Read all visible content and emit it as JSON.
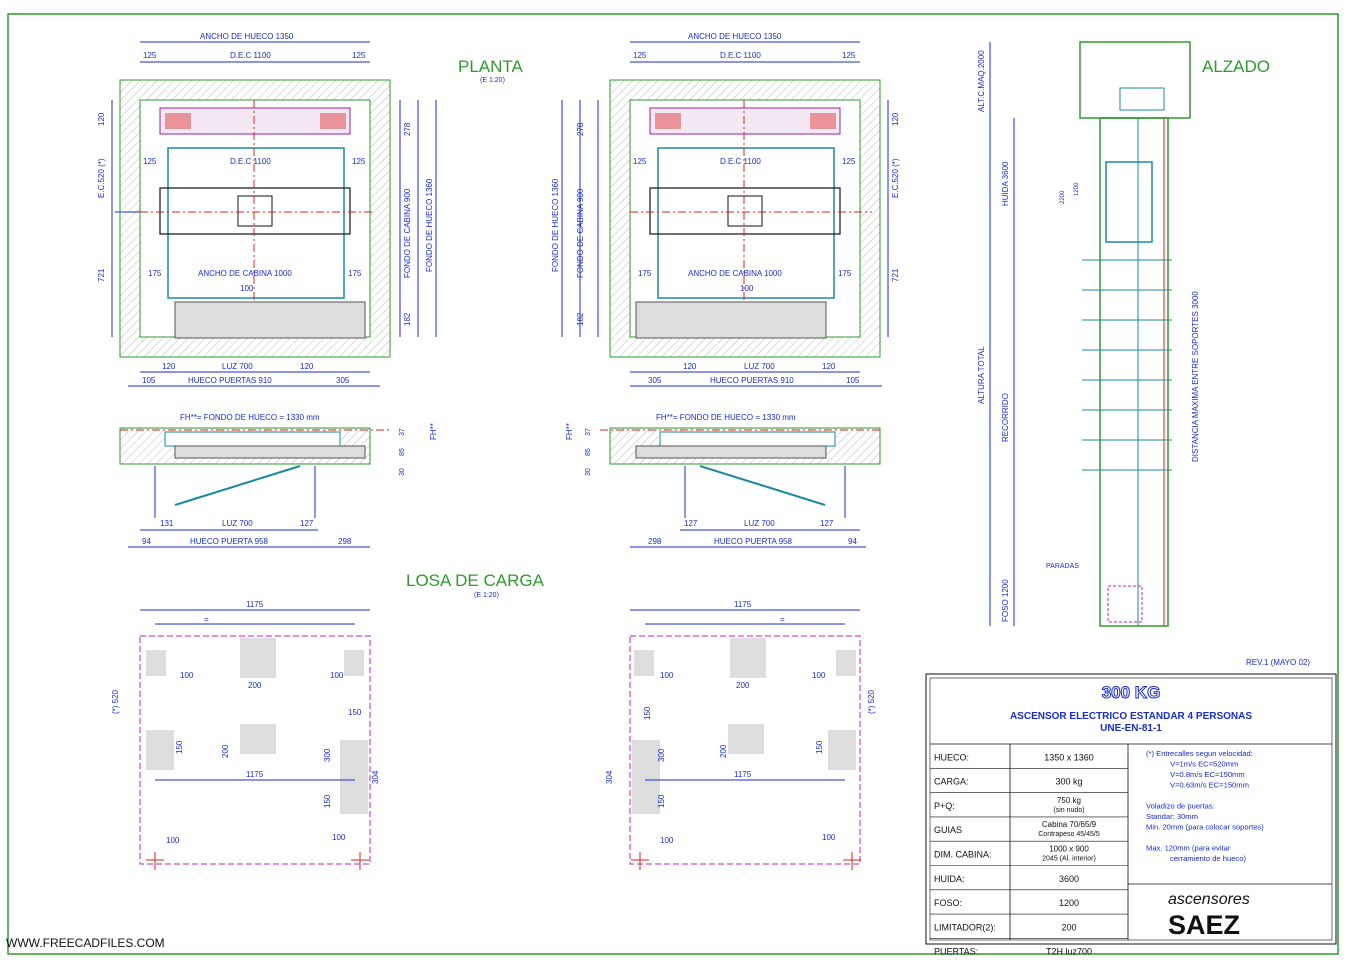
{
  "watermark": "WWW.FREECADFILES.COM",
  "headings": {
    "planta": "PLANTA",
    "planta_scale": "(E 1:20)",
    "alzado": "ALZADO",
    "losa": "LOSA DE CARGA",
    "losa_scale": "(E 1:20)"
  },
  "plan_left": {
    "ancho_hueco": "ANCHO DE HUECO 1350",
    "dec": "D.E.C 1100",
    "dec2": "D.E.C 1100",
    "d125a": "125",
    "d125b": "125",
    "d125c": "125",
    "d125d": "125",
    "ec": "E.C.520 (*)",
    "d120": "120",
    "d278": "278",
    "fondo_cabina": "FONDO DE CABINA 900",
    "fondo_hueco": "FONDO DE HUECO 1360",
    "d721": "721",
    "d182": "182",
    "ancho_cabina": "ANCHO DE CABINA 1000",
    "d175a": "175",
    "d175b": "175",
    "d100": "100",
    "luz": "LUZ 700",
    "d120a": "120",
    "d120b": "120",
    "hueco_puertas": "HUECO PUERTAS 910",
    "d105": "105",
    "d305": "305"
  },
  "plan_right": {
    "ancho_hueco": "ANCHO DE HUECO 1350",
    "dec": "D.E.C 1100",
    "dec2": "D.E.C 1100",
    "d125a": "125",
    "d125b": "125",
    "d125c": "125",
    "d125d": "125",
    "ec": "E.C.520 (*)",
    "d120": "120",
    "d278": "278",
    "fondo_cabina": "FONDO DE CABINA 900",
    "fondo_hueco": "FONDO DE HUECO 1360",
    "d721": "721",
    "d182": "182",
    "ancho_cabina": "ANCHO DE CABINA 1000",
    "d175a": "175",
    "d175b": "175",
    "d100": "100",
    "luz": "LUZ 700",
    "d120a": "120",
    "d120b": "120",
    "hueco_puertas": "HUECO PUERTAS 910",
    "d105": "105",
    "d305": "305"
  },
  "door_left": {
    "fh": "FH**= FONDO DE HUECO = 1330 mm",
    "fh_side": "FH**",
    "d37": "37",
    "d85": "85",
    "d30": "30",
    "d131": "131",
    "luz": "LUZ 700",
    "d127": "127",
    "d94": "94",
    "hueco": "HUECO PUERTA 958",
    "d298": "298"
  },
  "door_right": {
    "fh": "FH**= FONDO DE HUECO = 1330 mm",
    "fh_side": "FH**",
    "d37": "37",
    "d85": "85",
    "d30": "30",
    "d131": "127",
    "luz": "LUZ 700",
    "d127": "127",
    "d94": "94",
    "hueco": "HUECO PUERTA 958",
    "d298": "298"
  },
  "slab_left": {
    "w1175": "1175",
    "w1175b": "1175",
    "eq": "=",
    "d100a": "100",
    "d200a": "200",
    "d100b": "100",
    "d520": "(*) 520",
    "d150a": "150",
    "d200b": "200",
    "d300": "300",
    "d150b": "150",
    "d304": "304",
    "d150c": "150",
    "d100c": "100",
    "d100d": "100"
  },
  "slab_right": {
    "w1175": "1175",
    "w1175b": "1175",
    "eq": "=",
    "d100a": "100",
    "d200a": "200",
    "d100b": "100",
    "d520": "(*) 520",
    "d150a": "150",
    "d200b": "200",
    "d300": "300",
    "d150b": "150",
    "d304": "304",
    "d150c": "150",
    "d100c": "100",
    "d100d": "100"
  },
  "elevation": {
    "alt_maq": "ALT.C.MAQ.2000",
    "huida": "HUIDA 3600",
    "altura_total": "ALTURA TOTAL",
    "recorrido": "RECORRIDO",
    "foso": "FOSO 1200",
    "paradas": "PARADAS",
    "distancia": "DISTANCIA MAXIMA ENTRE SOPORTES 3000",
    "small1": "2200",
    "small2": "1200"
  },
  "titleblock": {
    "rev": "REV.1  (MAYO 02)",
    "capacity": "300 KG",
    "subtitle": "ASCENSOR ELECTRICO ESTANDAR 4 PERSONAS",
    "norm": "UNE-EN-81-1",
    "rows": [
      {
        "label": "HUECO:",
        "value": "1350 x 1360",
        "value2": ""
      },
      {
        "label": "CARGA:",
        "value": "300 kg",
        "value2": ""
      },
      {
        "label": "P+Q:",
        "value": "750 kg",
        "value2": "(sin nudo)"
      },
      {
        "label": "GUIAS",
        "value": "Cabina 70/65/9",
        "value2": "Contrapeso 45/45/5"
      },
      {
        "label": "DIM. CABINA:",
        "value": "1000 x 900",
        "value2": "2045 (Al. interior)"
      },
      {
        "label": "HUIDA:",
        "value": "3600",
        "value2": ""
      },
      {
        "label": "FOSO:",
        "value": "1200",
        "value2": ""
      },
      {
        "label": "LIMITADOR(2):",
        "value": "200",
        "value2": ""
      },
      {
        "label": "PUERTAS:",
        "value": "T2H  luz700",
        "value2": ""
      }
    ],
    "notes": [
      "(*) Entrecalles segun velocidad:",
      "V=1m/s  EC=520mm",
      "V=0.8m/s  EC=150mm",
      "V=0.63m/s  EC=150mm",
      "",
      "Voladizo de puertas:",
      "Standar: 30mm",
      "Min. 20mm (para colocar soportes)",
      "",
      "Max. 120mm (para evitar",
      "cerramiento de hueco)"
    ],
    "brand_top": "ascensores",
    "brand": "SAEZ"
  }
}
